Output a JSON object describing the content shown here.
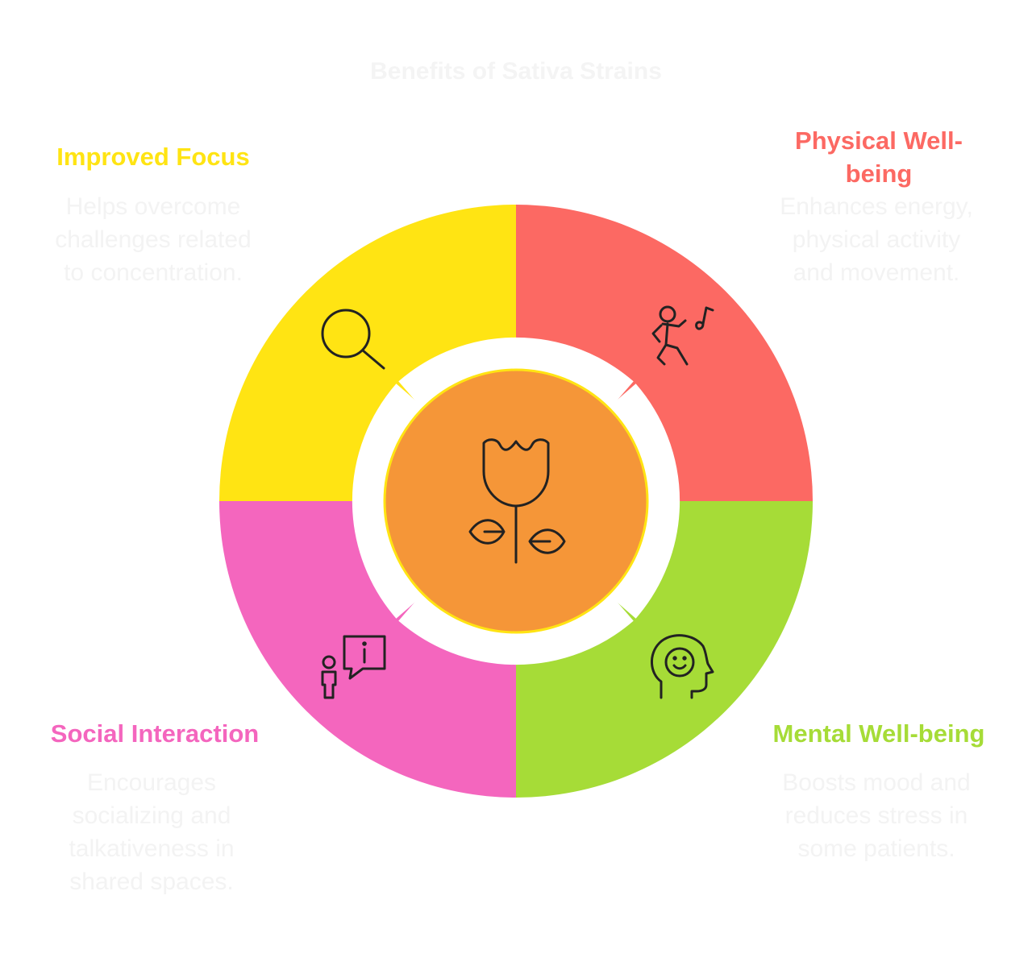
{
  "title": "Benefits of Sativa Strains",
  "colors": {
    "yellow": "#ffe413",
    "red": "#fc6963",
    "green": "#a6dc37",
    "pink": "#f466be",
    "center": "#f59638",
    "center_border": "#ffe413",
    "icon_stroke": "#222222",
    "muted_text": "#f3f3f3"
  },
  "center": {
    "icon": "tulip-icon"
  },
  "quadrants": [
    {
      "heading": "Improved Focus",
      "description": [
        "Helps overcome",
        "challenges related",
        "to concentration."
      ],
      "icon": "search-icon"
    },
    {
      "heading": "Physical Well-being",
      "heading_lines": [
        "Physical Well-",
        "being"
      ],
      "description": [
        "Enhances energy,",
        "physical activity",
        "and movement."
      ],
      "icon": "dancing-person-icon"
    },
    {
      "heading": "Mental Well-being",
      "description": [
        "Boosts mood and",
        "reduces stress in",
        "some patients."
      ],
      "icon": "smiling-head-icon"
    },
    {
      "heading": "Social Interaction",
      "description": [
        "Encourages",
        "socializing and",
        "talkativeness in",
        "shared spaces."
      ],
      "icon": "person-speech-icon"
    }
  ]
}
